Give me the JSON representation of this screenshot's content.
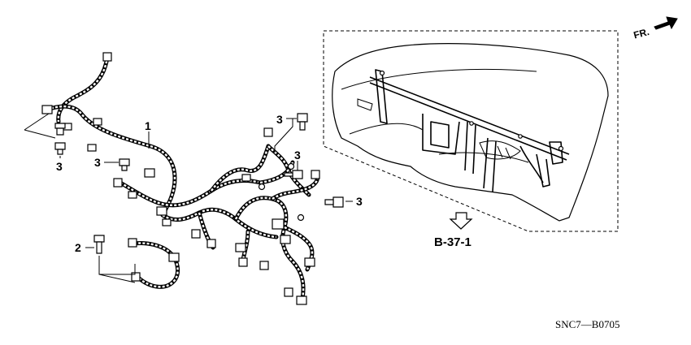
{
  "callouts": {
    "harness": "1",
    "bolt_2": "2",
    "bolt_3": "3"
  },
  "reference": {
    "label": "B-37-1"
  },
  "direction": {
    "label": "FR."
  },
  "drawing_code": "SNC7—B0705"
}
